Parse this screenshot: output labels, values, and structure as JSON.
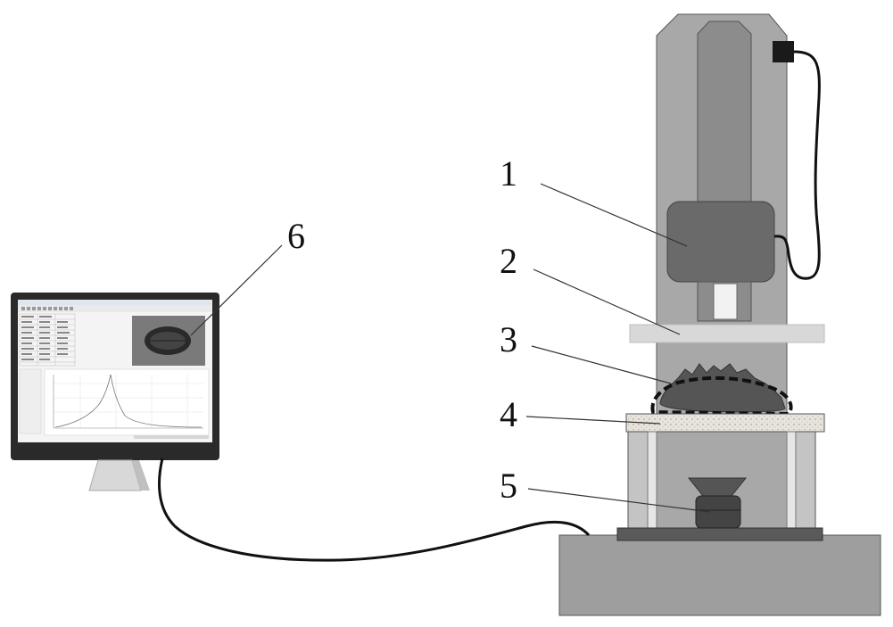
{
  "diagram": {
    "callouts": [
      {
        "id": "1",
        "label": "1"
      },
      {
        "id": "2",
        "label": "2"
      },
      {
        "id": "3",
        "label": "3"
      },
      {
        "id": "4",
        "label": "4"
      },
      {
        "id": "5",
        "label": "5"
      },
      {
        "id": "6",
        "label": "6"
      }
    ],
    "colors": {
      "frame": "#a8a8a8",
      "column": "#8c8c8c",
      "camera": "#6a6a6a",
      "plate": "#d8d8d8",
      "sample": "#5a5a5a",
      "base": "#9e9e9e",
      "cable": "#111111"
    }
  }
}
